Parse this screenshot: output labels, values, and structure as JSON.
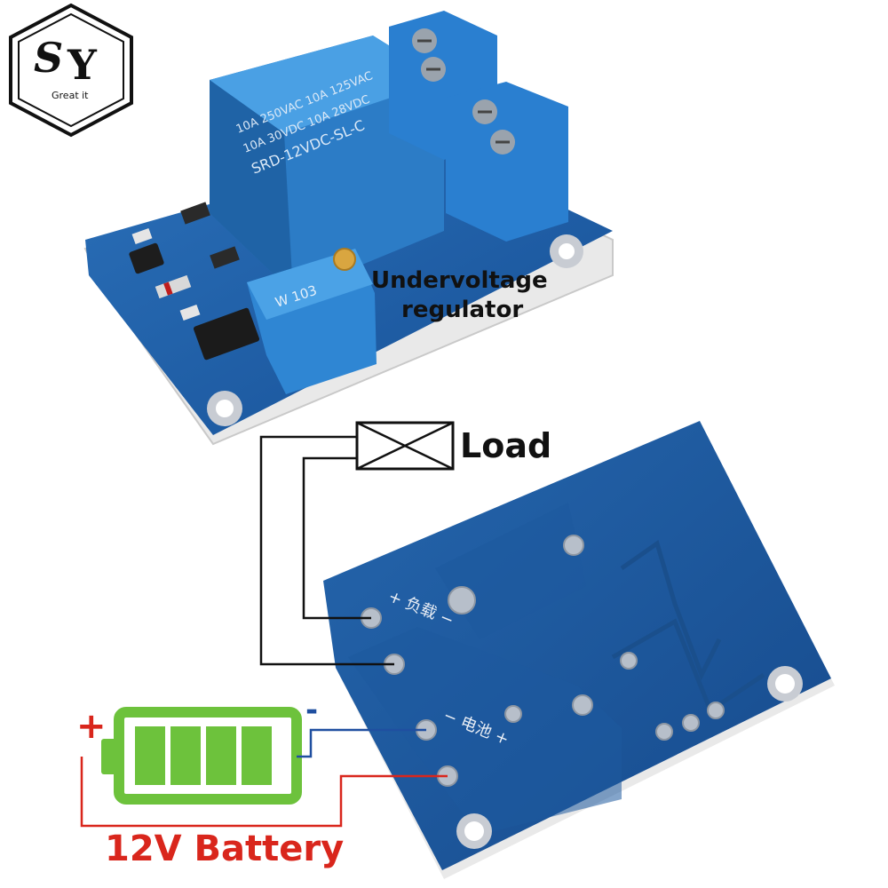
{
  "brand": {
    "logo_letter_1": "S",
    "logo_letter_2": "Y",
    "tagline": "Great it"
  },
  "labels": {
    "regulator_line_1": "Undervoltage",
    "regulator_line_2": "regulator",
    "load": "Load",
    "battery": "12V Battery",
    "battery_plus": "+",
    "battery_minus": "-"
  },
  "relay_markings": {
    "line_1": "10A 250VAC  10A 125VAC",
    "line_2": "10A 30VDC  10A 28VDC",
    "line_3": "SRD-12VDC-SL-C"
  },
  "potentiometer": {
    "marking": "W 103"
  },
  "board_silkscreen": {
    "load_terminal": "+ 负载 −",
    "battery_terminal": "− 电池 +"
  },
  "battery_icon": {
    "cell_count": 4
  },
  "colors": {
    "pcb_blue": "#1d5fa8",
    "battery_green": "#6dc23c",
    "wire_red": "#d9261c",
    "wire_blue": "#1f4fa0",
    "label_red": "#d9261c"
  }
}
